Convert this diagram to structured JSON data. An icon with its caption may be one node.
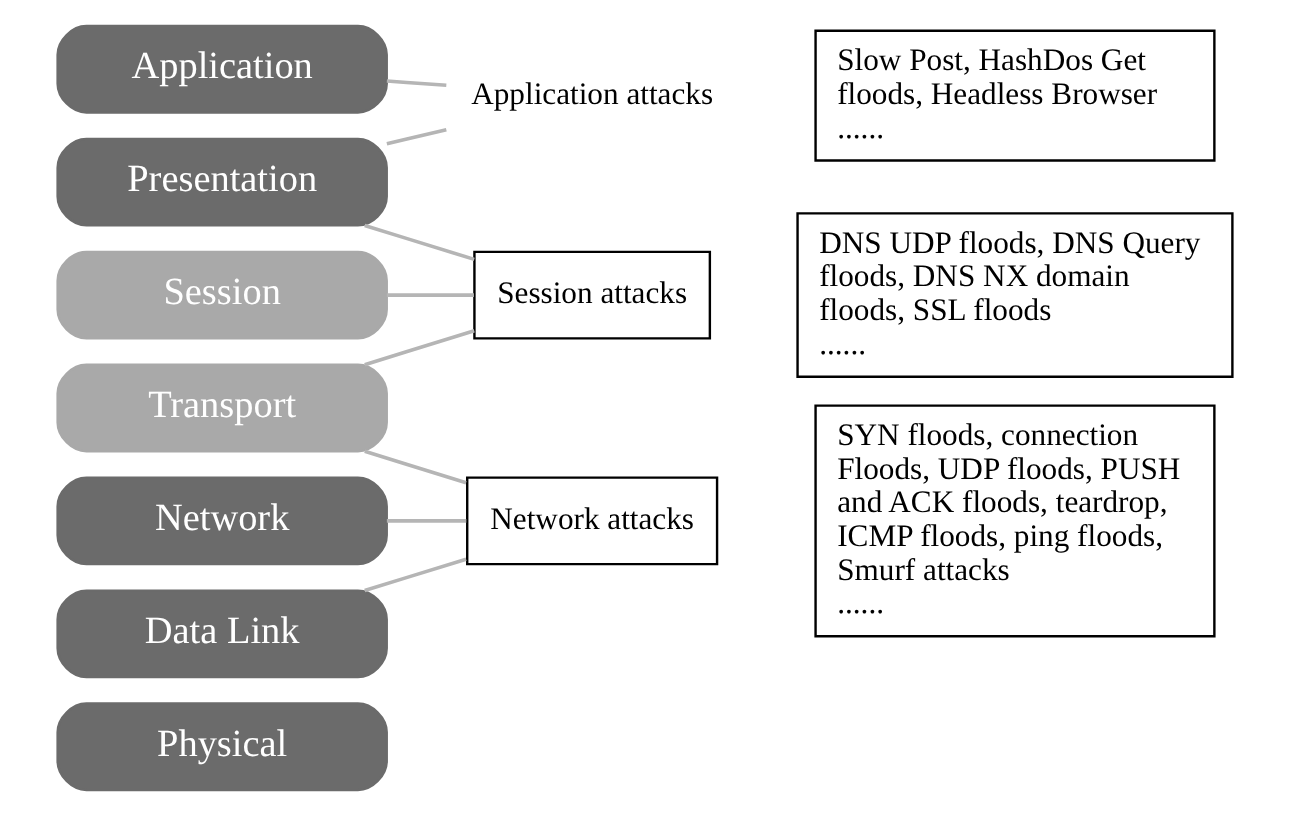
{
  "diagram": {
    "nodes": [
      {
        "text": [
          "Application"
        ]
      },
      {
        "text": [
          "Presentation"
        ]
      },
      {
        "text": [
          "Session"
        ]
      },
      {
        "text": [
          "Transport"
        ]
      },
      {
        "text": [
          "Network"
        ]
      },
      {
        "text": [
          "Data Link"
        ]
      },
      {
        "text": [
          "Physical"
        ]
      },
      {
        "text": [
          "Application attacks"
        ]
      },
      {
        "text": [
          "Slow Post, HashDos Get floods, Headless Browser",
          "......"
        ]
      },
      {
        "text": [
          "Session attacks"
        ]
      },
      {
        "text": [
          "DNS UDP floods, DNS Query floods, DNS NX domain floods, SSL floods",
          "......"
        ]
      },
      {
        "text": [
          "Network attacks"
        ]
      },
      {
        "text": [
          "SYN floods, connection Floods, UDP floods, PUSH and ACK floods, teardrop, ICMP floods, ping floods, Smurf attacks",
          "......"
        ]
      }
    ],
    "edges": [
      {
        "from": 0,
        "to": 7,
        "arrow": "none"
      },
      {
        "from": 1,
        "to": 7,
        "arrow": "none"
      },
      {
        "from": 1,
        "to": 9,
        "arrow": "none"
      },
      {
        "from": 2,
        "to": 9,
        "arrow": "none"
      },
      {
        "from": 3,
        "to": 9,
        "arrow": "none"
      },
      {
        "from": 3,
        "to": 11,
        "arrow": "none"
      },
      {
        "from": 4,
        "to": 11,
        "arrow": "none"
      },
      {
        "from": 5,
        "to": 11,
        "arrow": "none"
      }
    ]
  }
}
